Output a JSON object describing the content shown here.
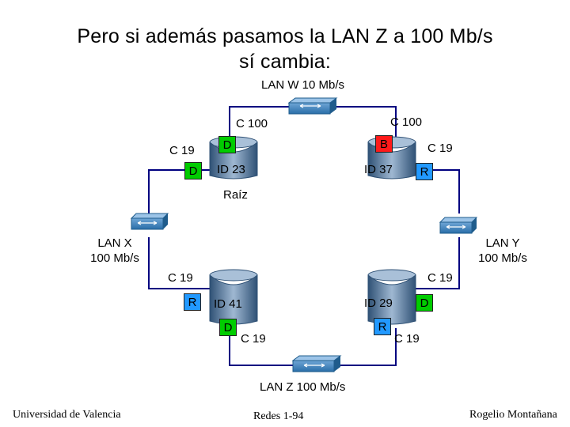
{
  "title": {
    "line1": "Pero si además pasamos la LAN Z a 100 Mb/s",
    "line2": "sí cambia:"
  },
  "lans": {
    "w": "LAN W 10 Mb/s",
    "x_line1": "LAN X",
    "x_line2": "100 Mb/s",
    "y_line1": "LAN Y",
    "y_line2": "100 Mb/s",
    "z": "LAN Z 100 Mb/s"
  },
  "bridges": {
    "top_left": {
      "id": "ID 23",
      "port_up": "D",
      "port_side": "D",
      "cost_up": "C 100",
      "cost_side": "C 19",
      "root_label": "Raíz"
    },
    "top_right": {
      "id": "ID 37",
      "port_up": "B",
      "port_side": "R",
      "cost_up": "C 100",
      "cost_side": "C 19"
    },
    "bottom_left": {
      "id": "ID 41",
      "port_side": "R",
      "port_down": "D",
      "cost_side": "C 19",
      "cost_down": "C 19"
    },
    "bottom_right": {
      "id": "ID 29",
      "port_side": "D",
      "port_down": "R",
      "cost_side": "C 19",
      "cost_down": "C 19"
    }
  },
  "colors": {
    "designated": "#00cc00",
    "blocked": "#ff1a1a",
    "root_port": "#2299ff",
    "wire": "#000080",
    "hub": "#1f5c8c",
    "bridge": "#4a6f96"
  },
  "icons": {
    "hub": "hub-icon",
    "bridge": "bridge-icon"
  },
  "footer": {
    "left": "Universidad de Valencia",
    "center": "Redes 1-94",
    "right": "Rogelio Montañana"
  }
}
